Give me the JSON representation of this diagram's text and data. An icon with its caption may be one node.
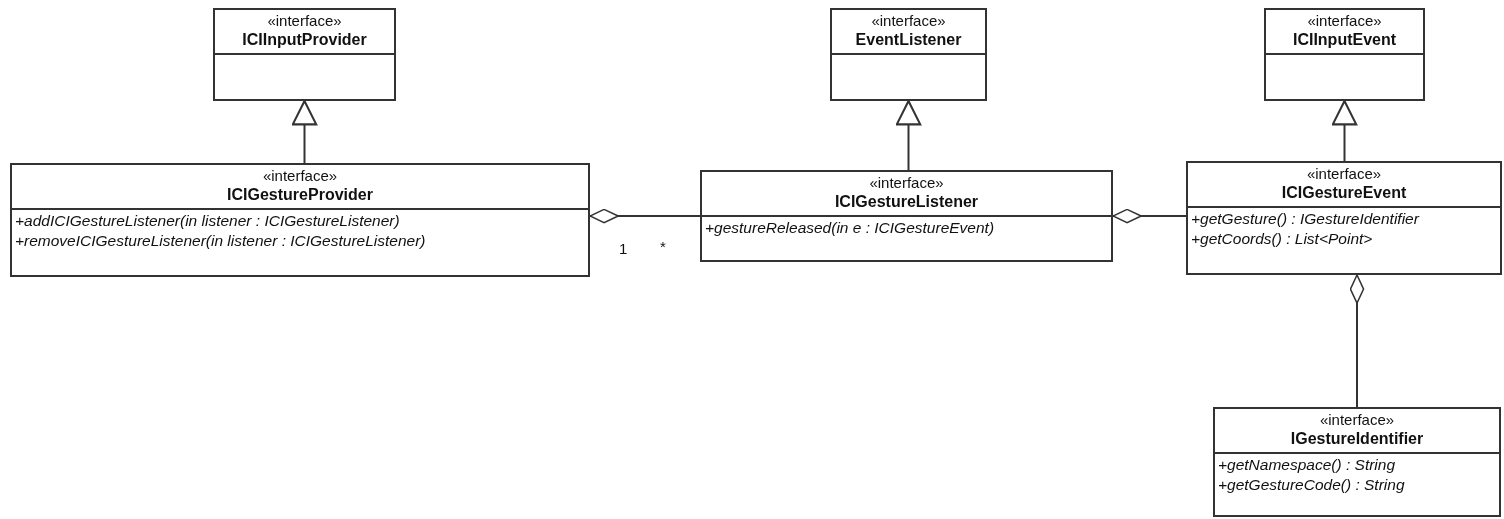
{
  "diagram": {
    "nodes": [
      {
        "text": [
          "«interface»",
          "ICIInputProvider"
        ]
      },
      {
        "text": [
          "«interface»",
          "EventListener"
        ]
      },
      {
        "text": [
          "«interface»",
          "ICIInputEvent"
        ]
      },
      {
        "text": [
          "«interface»",
          "ICIGestureProvider",
          "+addICIGestureListener(in listener : ICIGestureListener)",
          "+removeICIGestureListener(in listener : ICIGestureListener)"
        ]
      },
      {
        "text": [
          "«interface»",
          "ICIGestureListener",
          "+gestureReleased(in e : ICIGestureEvent)"
        ]
      },
      {
        "text": [
          "«interface»",
          "ICIGestureEvent",
          "+getGesture() : IGestureIdentifier",
          "+getCoords() : List<Point>"
        ]
      },
      {
        "text": [
          "«interface»",
          "IGestureIdentifier",
          "+getNamespace() : String",
          "+getGestureCode() : String"
        ]
      }
    ],
    "edges": [
      {
        "from": 3,
        "to": 0,
        "arrow": "to"
      },
      {
        "from": 4,
        "to": 1,
        "arrow": "to"
      },
      {
        "from": 5,
        "to": 2,
        "arrow": "to"
      },
      {
        "from": 3,
        "to": 4,
        "arrow": "other"
      },
      {
        "from": 4,
        "to": 5,
        "arrow": "other"
      },
      {
        "from": 5,
        "to": 6,
        "arrow": "other"
      }
    ],
    "labels": [
      "1",
      "*"
    ]
  }
}
